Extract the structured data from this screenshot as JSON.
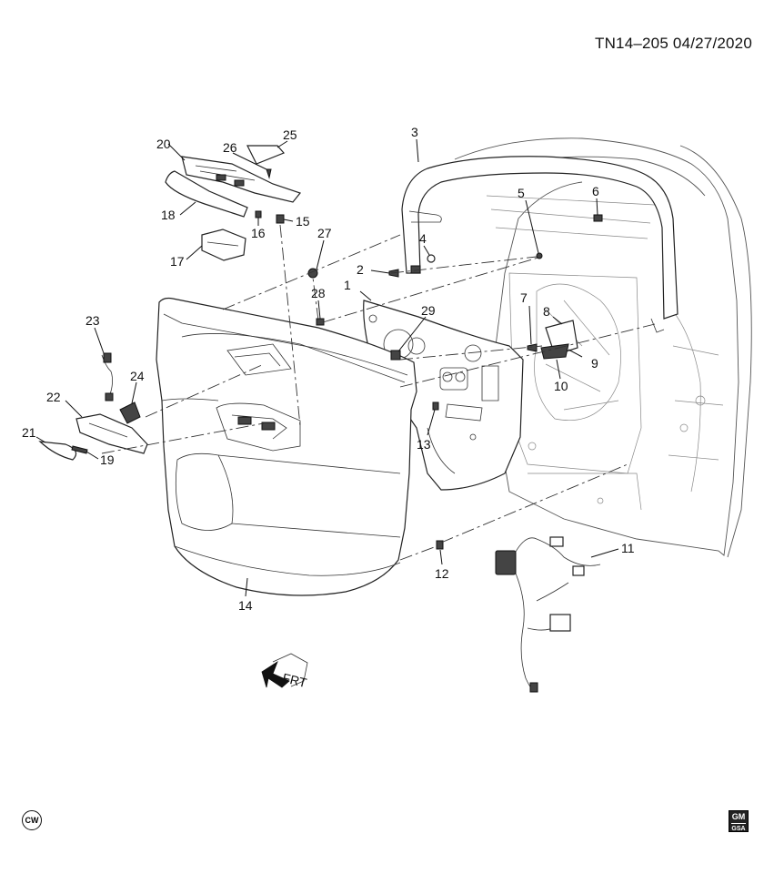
{
  "header": {
    "reference": "TN14–205  04/27/2020"
  },
  "callouts": [
    "1",
    "2",
    "3",
    "4",
    "5",
    "6",
    "7",
    "8",
    "9",
    "10",
    "11",
    "12",
    "13",
    "14",
    "15",
    "16",
    "17",
    "18",
    "19",
    "20",
    "21",
    "22",
    "23",
    "24",
    "25",
    "26",
    "27",
    "28",
    "29"
  ],
  "orientation": {
    "arrow_label": "FRT"
  },
  "logos": {
    "left": "CW",
    "right_top": "GM",
    "right_bottom": "GSA"
  }
}
